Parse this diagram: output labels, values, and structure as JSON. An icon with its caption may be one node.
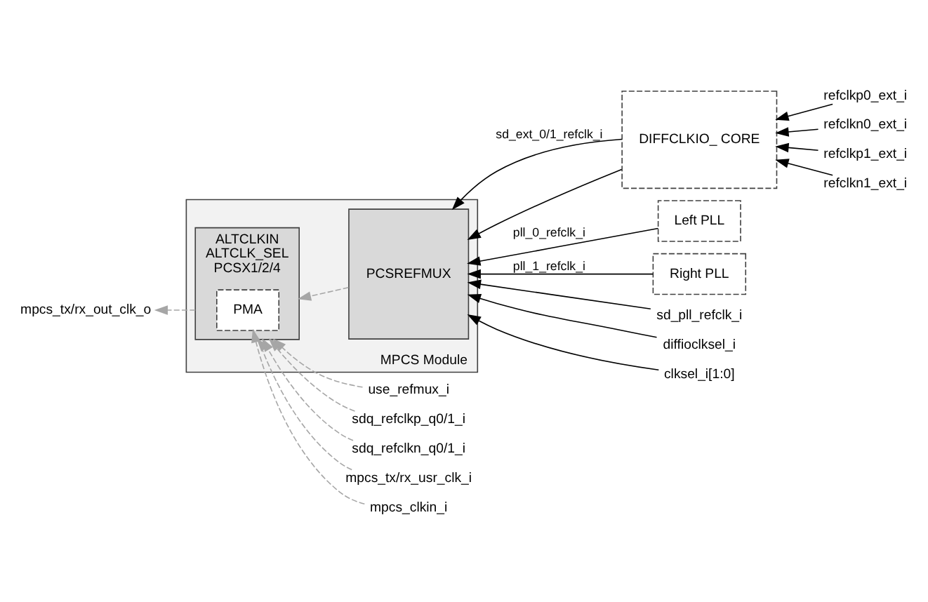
{
  "diagram": {
    "nodes": [
      {
        "text": [
          "MPCS Module"
        ]
      },
      {
        "text": [
          "ALTCLKIN",
          "ALTCLK_SEL",
          "PCSX1/2/4"
        ],
        "in": 0
      },
      {
        "text": [
          "PMA"
        ],
        "in": 1
      },
      {
        "text": [
          "PCSREFMUX"
        ],
        "in": 0
      },
      {
        "text": [
          "DIFFCLKIO_ CORE"
        ]
      },
      {
        "text": [
          "Left PLL"
        ]
      },
      {
        "text": [
          "Right PLL"
        ]
      },
      {
        "text": [
          "refclkp0_ext_i"
        ]
      },
      {
        "text": [
          "refclkn0_ext_i"
        ]
      },
      {
        "text": [
          "refclkp1_ext_i"
        ]
      },
      {
        "text": [
          "refclkn1_ext_i"
        ]
      },
      {
        "text": [
          "mpcs_tx/rx_out_clk_o"
        ]
      },
      {
        "text": [
          "sd_pll_refclk_i"
        ]
      },
      {
        "text": [
          "diffioclksel_i"
        ]
      },
      {
        "text": [
          "clksel_i[1:0]"
        ]
      },
      {
        "text": [
          "use_refmux_i"
        ]
      },
      {
        "text": [
          "sdq_refclkp_q0/1_i"
        ]
      },
      {
        "text": [
          "sdq_refclkn_q0/1_i"
        ]
      },
      {
        "text": [
          "mpcs_tx/rx_usr_clk_i"
        ]
      },
      {
        "text": [
          "mpcs_clkin_i"
        ]
      }
    ],
    "edges": [
      {
        "from": 7,
        "to": 4,
        "arrow": "to"
      },
      {
        "from": 8,
        "to": 4,
        "arrow": "to"
      },
      {
        "from": 9,
        "to": 4,
        "arrow": "to"
      },
      {
        "from": 10,
        "to": 4,
        "arrow": "to"
      },
      {
        "from": 4,
        "to": 3,
        "arrow": "to",
        "label": "sd_ext_0/1_refclk_i"
      },
      {
        "from": 4,
        "to": 3,
        "arrow": "to"
      },
      {
        "from": 5,
        "to": 3,
        "arrow": "to",
        "label": "pll_0_refclk_i"
      },
      {
        "from": 6,
        "to": 3,
        "arrow": "to",
        "label": "pll_1_refclk_i"
      },
      {
        "from": 12,
        "to": 3,
        "arrow": "to"
      },
      {
        "from": 13,
        "to": 3,
        "arrow": "to"
      },
      {
        "from": 14,
        "to": 3,
        "arrow": "to"
      },
      {
        "from": 3,
        "to": 1,
        "arrow": "to",
        "style": "dashed",
        "color": "#a6a6a6"
      },
      {
        "from": 15,
        "to": 1,
        "arrow": "to",
        "style": "dashed",
        "color": "#a6a6a6"
      },
      {
        "from": 16,
        "to": 1,
        "arrow": "to",
        "style": "dashed",
        "color": "#a6a6a6"
      },
      {
        "from": 17,
        "to": 1,
        "arrow": "to",
        "style": "dashed",
        "color": "#a6a6a6"
      },
      {
        "from": 18,
        "to": 1,
        "arrow": "to",
        "style": "dashed",
        "color": "#a6a6a6"
      },
      {
        "from": 19,
        "to": 2,
        "arrow": "to",
        "style": "dashed",
        "color": "#a6a6a6"
      },
      {
        "from": 1,
        "to": 11,
        "arrow": "to",
        "style": "dashed",
        "color": "#a6a6a6"
      }
    ]
  }
}
